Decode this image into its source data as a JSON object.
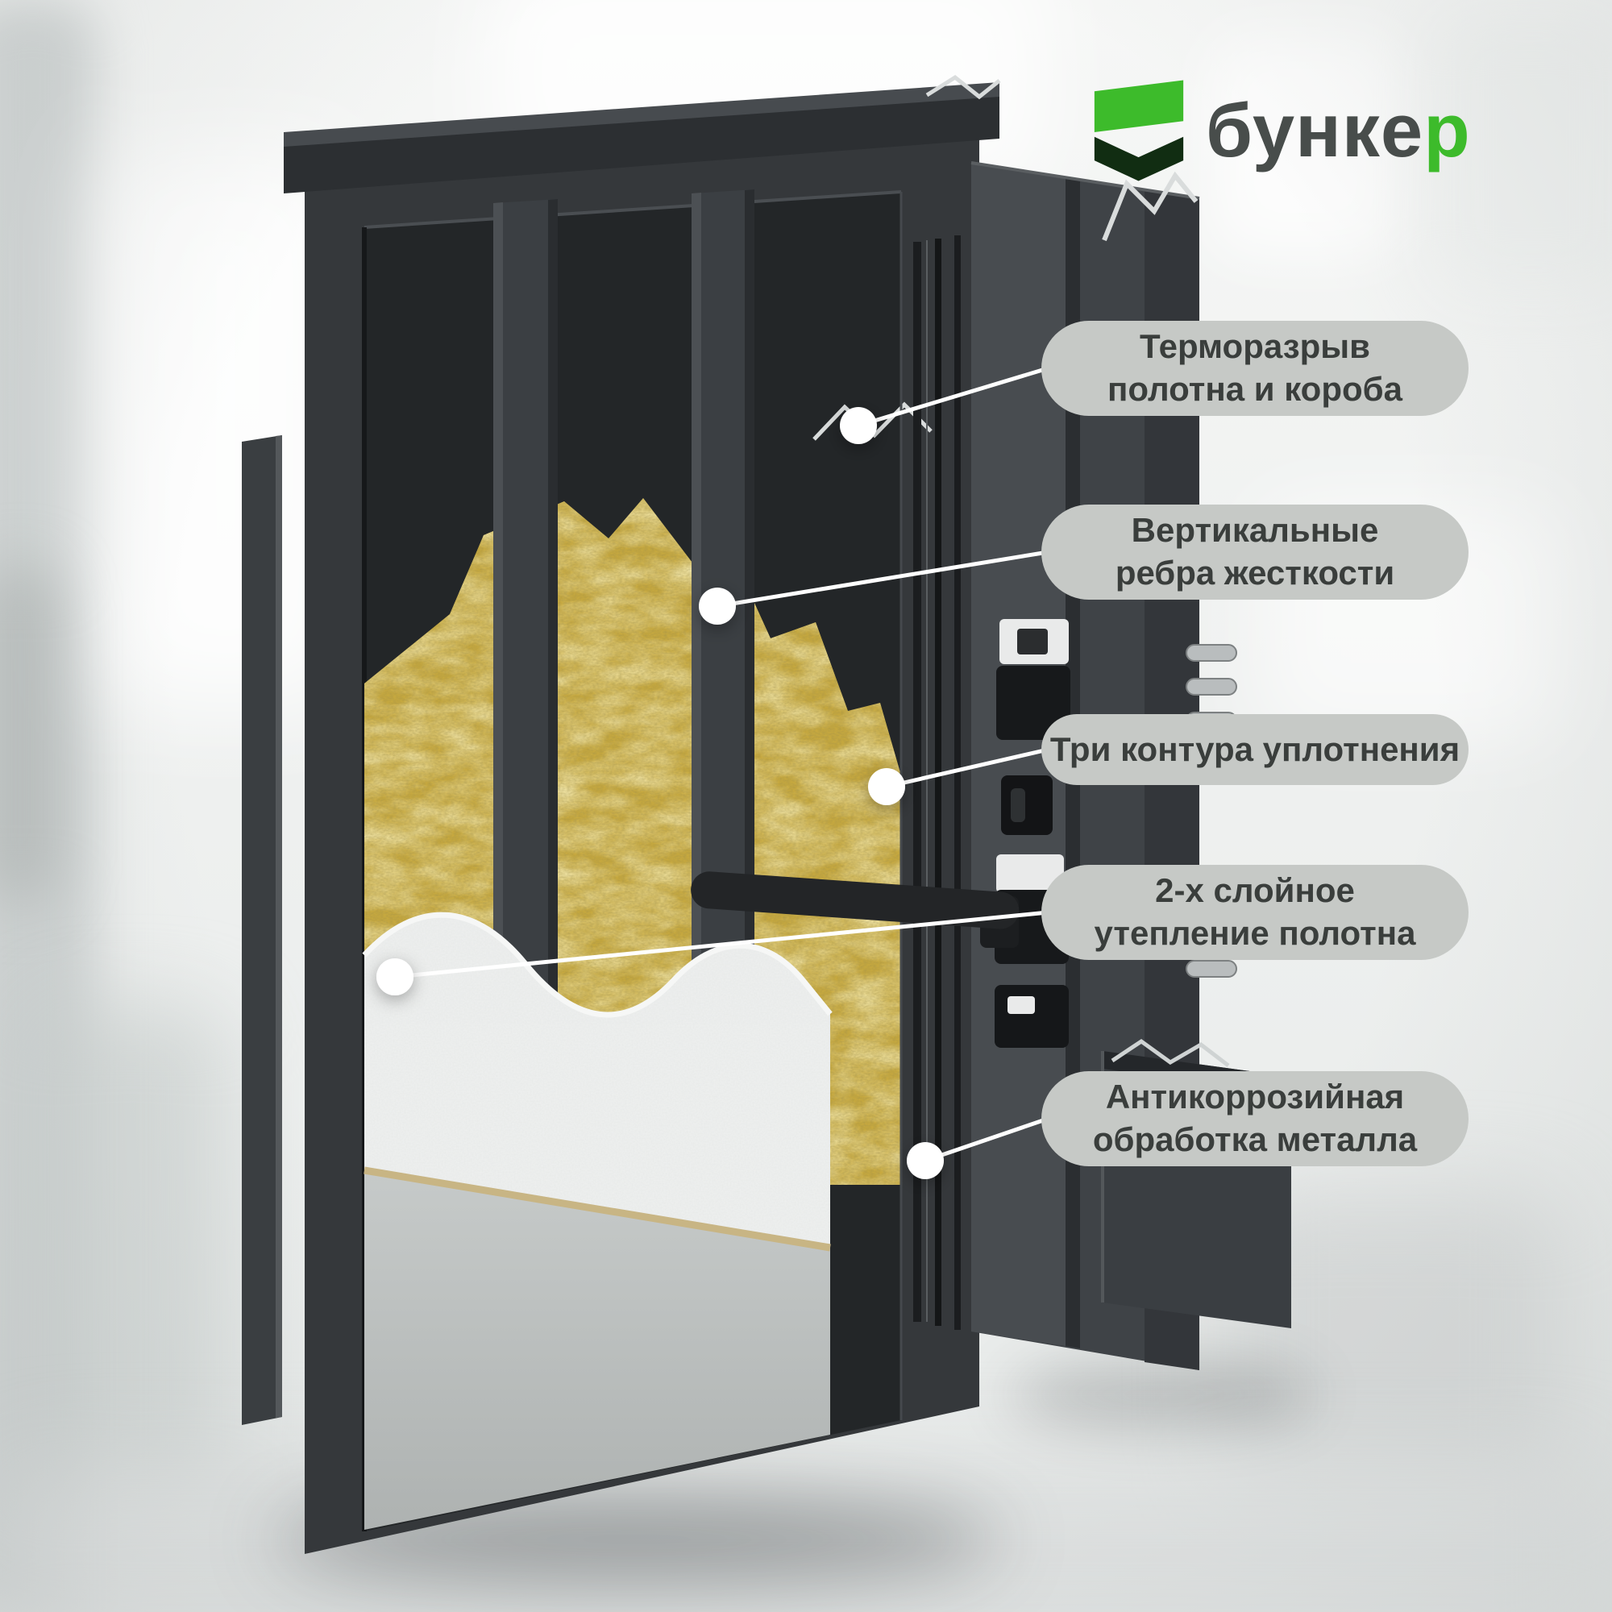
{
  "logo": {
    "text_main": "бунке",
    "text_accent": "р"
  },
  "callouts": [
    {
      "line1": "Терморазрыв",
      "line2": "полотна и короба"
    },
    {
      "line1": "Вертикальные",
      "line2": "ребра жесткости"
    },
    {
      "line1": "Три контура уплотнения",
      "line2": ""
    },
    {
      "line1": "2-х слойное",
      "line2": "утепление полотна"
    },
    {
      "line1": "Антикоррозийная",
      "line2": "обработка металла"
    }
  ],
  "colors": {
    "accent_green": "#3dbb2b",
    "pill_background": "#c6c9c6",
    "pill_text": "#3a3e3c",
    "door_dark": "#35383b",
    "mineral_wool": "#c7a93f",
    "foam": "#e9ebea",
    "inner_panel": "#b7bbba"
  }
}
